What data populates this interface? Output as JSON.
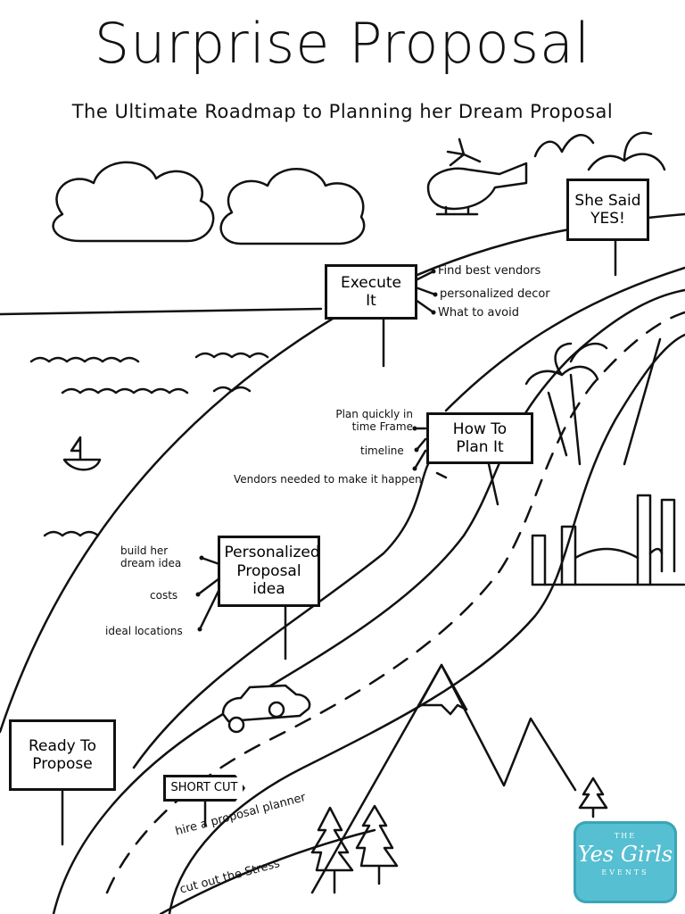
{
  "title": "Surprise Proposal",
  "subtitle": "The Ultimate Roadmap to Planning her Dream Proposal",
  "signs": {
    "she_said": "She Said YES!",
    "execute": "Execute It",
    "how_to": "How To Plan It",
    "personalized": "Personalized Proposal idea",
    "ready": "Ready To Propose",
    "shortcut": "SHORT CUT"
  },
  "execute_items": [
    "Find best vendors",
    "personalized decor",
    "What to avoid"
  ],
  "how_items": [
    "Plan quickly in time Frame",
    "timeline",
    "Vendors needed to make it happen"
  ],
  "personal_items": [
    "build her dream idea",
    "costs",
    "ideal locations"
  ],
  "shortcut_items": [
    "hire a proposal planner",
    "cut out the Stress"
  ],
  "logo": {
    "top": "THE",
    "name": "Yes Girls",
    "bottom": "EVENTS"
  }
}
